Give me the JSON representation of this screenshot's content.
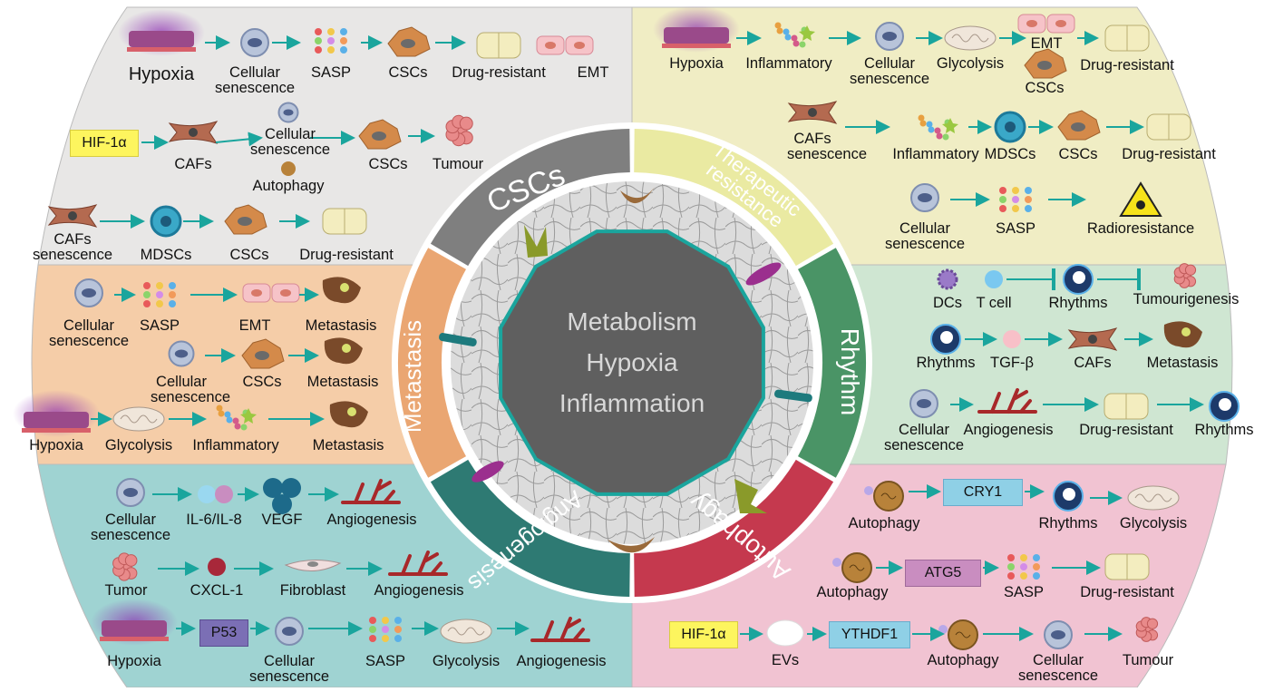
{
  "center": {
    "line1": "Metabolism",
    "line2": "Hypoxia",
    "line3": "Inflammation"
  },
  "ring_labels": {
    "cscs": "CSCs",
    "therapeutic": "Therapeutic resistance",
    "rhythm": "Rhythm",
    "autophagy": "Autophagy",
    "angiogenesis": "Angiogenesis",
    "metastasis": "Metastasis"
  },
  "colors": {
    "cscs_panel": "#e8e7e6",
    "therapeutic_panel": "#f0edc4",
    "metastasis_panel": "#f5cda8",
    "rhythm_panel": "#cfe6d2",
    "angiogenesis_panel": "#9fd3d2",
    "autophagy_panel": "#f1c3d2",
    "ring_cscs": "#7f7f7f",
    "ring_therapeutic": "#eaeaa2",
    "ring_rhythm": "#4a9466",
    "ring_autophagy": "#c5394e",
    "ring_angiogenesis": "#2e7a73",
    "ring_metastasis": "#eaa672",
    "center": "#5f5f5f",
    "arrow": "#1aa59d"
  },
  "labels": {
    "c1_hypoxia": "Hypoxia",
    "c1_cellular": "Cellular",
    "c1_senescence": "senescence",
    "c1_sasp": "SASP",
    "c1_cscs": "CSCs",
    "c1_drug": "Drug-resistant",
    "c1_emt": "EMT",
    "c2_hif": "HIF-1α",
    "c2_cafs": "CAFs",
    "c2_cellular": "Cellular",
    "c2_senescence": "senescence",
    "c2_autophagy": "Autophagy",
    "c2_cscs": "CSCs",
    "c2_tumour": "Tumour",
    "c3_cafs": "CAFs",
    "c3_senescence": "senescence",
    "c3_mdscs": "MDSCs",
    "c3_cscs": "CSCs",
    "c3_drug": "Drug-resistant",
    "t1_hypoxia": "Hypoxia",
    "t1_inflammatory": "Inflammatory",
    "t1_cellular": "Cellular",
    "t1_senescence": "senescence",
    "t1_glycolysis": "Glycolysis",
    "t1_emt": "EMT",
    "t1_cscs": "CSCs",
    "t1_drug": "Drug-resistant",
    "t2_cafs": "CAFs",
    "t2_senescence": "senescence",
    "t2_inflammatory": "Inflammatory",
    "t2_mdscs": "MDSCs",
    "t2_cscs": "CSCs",
    "t2_drug": "Drug-resistant",
    "t3_cellular": "Cellular",
    "t3_senescence": "senescence",
    "t3_sasp": "SASP",
    "t3_radio": "Radioresistance",
    "m1_cellular": "Cellular",
    "m1_senescence": "senescence",
    "m1_sasp": "SASP",
    "m1_emt": "EMT",
    "m1_metastasis": "Metastasis",
    "m2_cellular": "Cellular",
    "m2_senescence": "senescence",
    "m2_cscs": "CSCs",
    "m2_metastasis": "Metastasis",
    "m3_hypoxia": "Hypoxia",
    "m3_glycolysis": "Glycolysis",
    "m3_inflammatory": "Inflammatory",
    "m3_metastasis": "Metastasis",
    "r1_dcs": "DCs",
    "r1_tcell": "T cell",
    "r1_rhythms": "Rhythms",
    "r1_tumourigenesis": "Tumourigenesis",
    "r2_rhythms": "Rhythms",
    "r2_tgfb": "TGF-β",
    "r2_cafs": "CAFs",
    "r2_metastasis": "Metastasis",
    "r3_cellular": "Cellular",
    "r3_senescence": "senescence",
    "r3_angiogenesis": "Angiogenesis",
    "r3_drug": "Drug-resistant",
    "r3_rhythms": "Rhythms",
    "a1_cellular": "Cellular",
    "a1_senescence": "senescence",
    "a1_il": "IL-6/IL-8",
    "a1_vegf": "VEGF",
    "a1_angiogenesis": "Angiogenesis",
    "a2_tumor": "Tumor",
    "a2_cxcl": "CXCL-1",
    "a2_fibroblast": "Fibroblast",
    "a2_angiogenesis": "Angiogenesis",
    "a3_hypoxia": "Hypoxia",
    "a3_p53": "P53",
    "a3_cellular": "Cellular",
    "a3_senescence": "senescence",
    "a3_sasp": "SASP",
    "a3_glycolysis": "Glycolysis",
    "a3_angiogenesis": "Angiogenesis",
    "u1_autophagy": "Autophagy",
    "u1_cry1": "CRY1",
    "u1_rhythms": "Rhythms",
    "u1_glycolysis": "Glycolysis",
    "u2_autophagy": "Autophagy",
    "u2_atg5": "ATG5",
    "u2_sasp": "SASP",
    "u2_drug": "Drug-resistant",
    "u3_hif": "HIF-1α",
    "u3_evs": "EVs",
    "u3_ythdf1": "YTHDF1",
    "u3_autophagy": "Autophagy",
    "u3_cellular": "Cellular",
    "u3_senescence": "senescence",
    "u3_tumour": "Tumour"
  }
}
